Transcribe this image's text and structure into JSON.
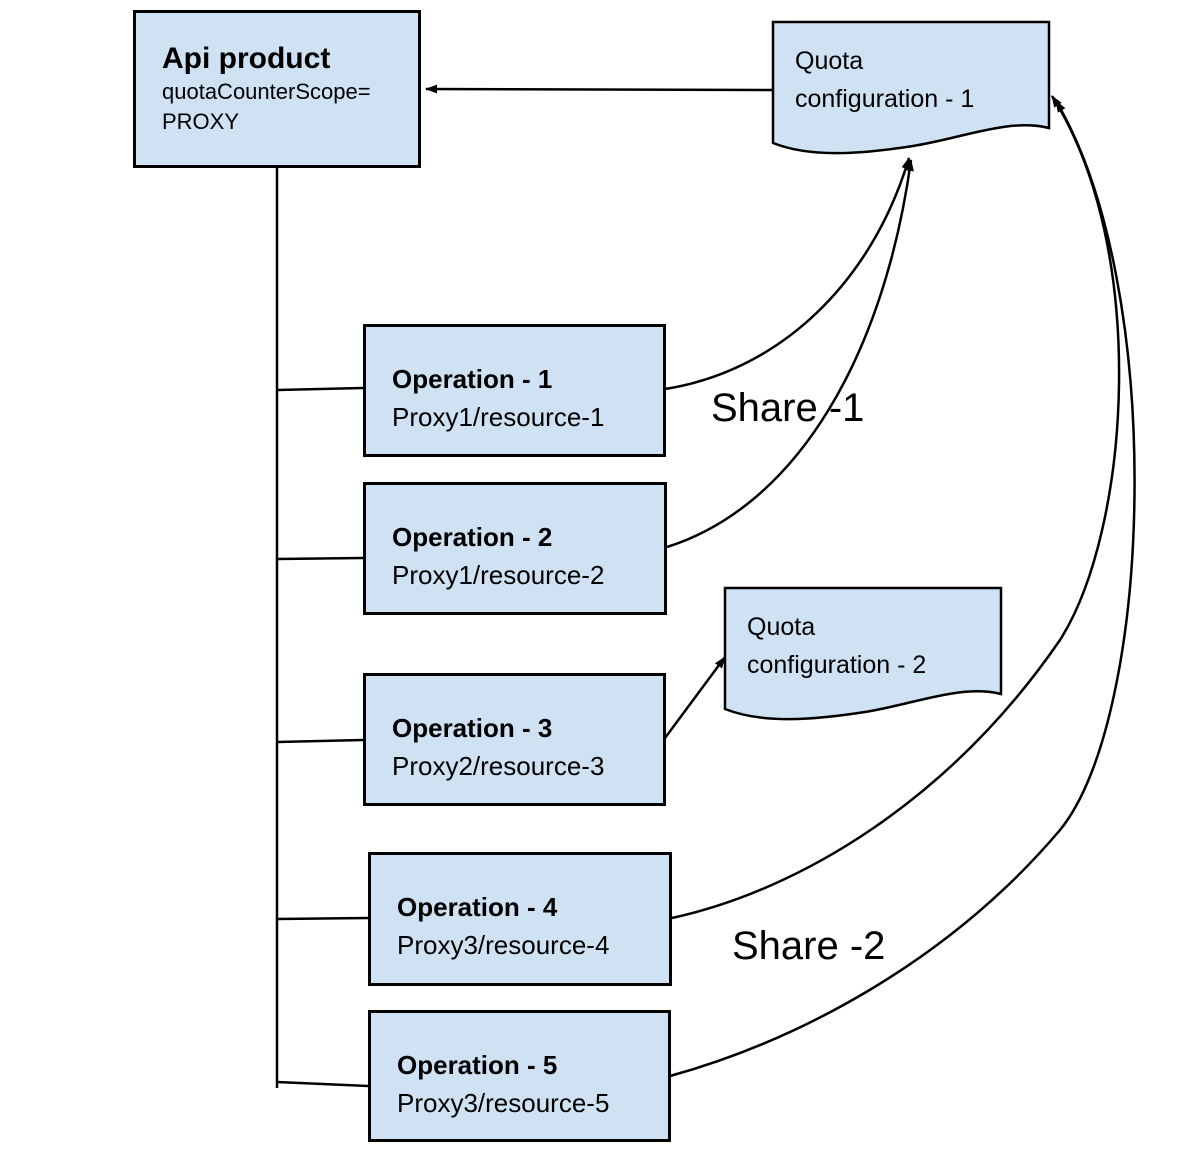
{
  "diagram": {
    "colors": {
      "node_fill": "#cfe2f3",
      "node_border": "#000000",
      "connector": "#000000",
      "text": "#000000",
      "background": "#ffffff"
    },
    "api_product": {
      "title": "Api product",
      "attribute_line1": "quotaCounterScope=",
      "attribute_line2": "PROXY"
    },
    "quota_config_1": {
      "line1": "Quota",
      "line2": "configuration - 1"
    },
    "quota_config_2": {
      "line1": "Quota",
      "line2": "configuration - 2"
    },
    "operations": [
      {
        "title": "Operation - 1",
        "resource": "Proxy1/resource-1"
      },
      {
        "title": "Operation - 2",
        "resource": "Proxy1/resource-2"
      },
      {
        "title": "Operation - 3",
        "resource": "Proxy2/resource-3"
      },
      {
        "title": "Operation - 4",
        "resource": "Proxy3/resource-4"
      },
      {
        "title": "Operation - 5",
        "resource": "Proxy3/resource-5"
      }
    ],
    "labels": {
      "share_1": "Share -1",
      "share_2": "Share -2"
    }
  }
}
